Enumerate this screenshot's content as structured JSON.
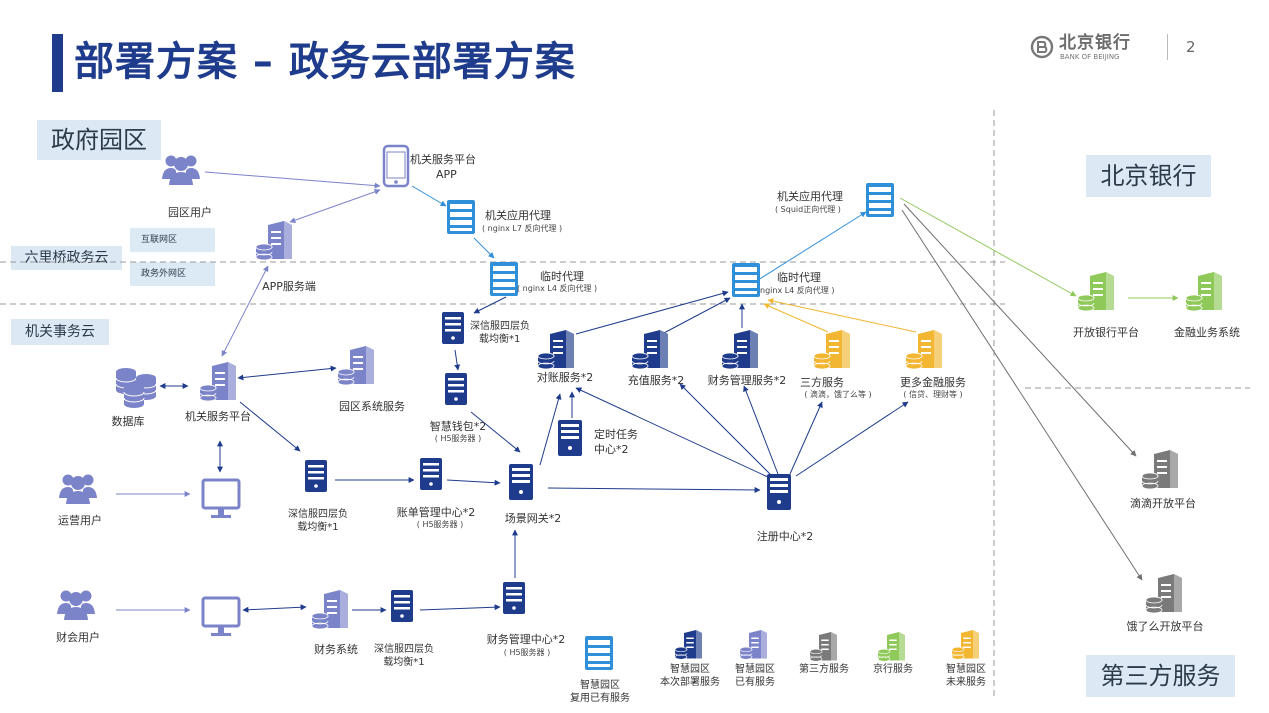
{
  "page": {
    "title": "部署方案 – 政务云部署方案",
    "page_number": "2"
  },
  "logo": {
    "cn": "北京银行",
    "en": "BANK OF BEIJING"
  },
  "regions": {
    "gov_park": "政府园区",
    "liulq": "六里桥政务云",
    "jiguan": "机关事务云",
    "bank": "北京银行",
    "third": "第三方服务"
  },
  "zones": {
    "internet": "互联网区",
    "govnet": "政务外网区"
  },
  "nodes": {
    "park_user": "园区用户",
    "app_platform": "机关服务平台",
    "app_platform_sub": "APP",
    "app_proxy": "机关应用代理",
    "app_proxy_sub": "( nginx L7 反向代理 )",
    "app_server": "APP服务端",
    "temp_proxy1": "临时代理",
    "temp_proxy1_sub": "( nginx L4 反向代理 )",
    "lb_top_1": "深信服四层负",
    "lb_top_2": "载均衡*1",
    "wallet": "智慧钱包*2",
    "wallet_sub": "( H5服务器 )",
    "database": "数据库",
    "svc_platform": "机关服务平台",
    "park_sys": "园区系统服务",
    "ops_user": "运营用户",
    "lb_mid_1": "深信服四层负",
    "lb_mid_2": "载均衡*1",
    "bill": "账单管理中心*2",
    "bill_sub": "( H5服务器 )",
    "gateway": "场景网关*2",
    "fin_user": "财会用户",
    "fin_sys": "财务系统",
    "lb_bot_1": "深信服四层负",
    "lb_bot_2": "载均衡*1",
    "fin_center": "财务管理中心*2",
    "fin_center_sub": "( H5服务器 )",
    "reuse_1": "智慧园区",
    "reuse_2": "复用已有服务",
    "reconcile": "对账服务*2",
    "recharge": "充值服务*2",
    "finance_mgmt": "财务管理服务*2",
    "third_svc": "三方服务",
    "third_svc_sub": "( 滴滴，饿了么等 )",
    "more_fin": "更多金融服务",
    "more_fin_sub": "( 信贷、理财等 )",
    "timer_1": "定时任务",
    "timer_2": "中心*2",
    "registry": "注册中心*2",
    "temp_proxy2": "临时代理",
    "temp_proxy2_sub": "nginx L4 反向代理 )",
    "bank_proxy": "机关应用代理",
    "bank_proxy_sub": "( Squid正向代理 )",
    "open_bank": "开放银行平台",
    "fin_biz": "金融业务系统",
    "didi": "滴滴开放平台",
    "eleme": "饿了么开放平台"
  },
  "legend": [
    {
      "line1": "智慧园区",
      "line2": "本次部署服务",
      "color": "#1f3c8c"
    },
    {
      "line1": "智慧园区",
      "line2": "已有服务",
      "color": "#7b83c9"
    },
    {
      "line1": "第三方服务",
      "line2": "",
      "color": "#7a7a7a"
    },
    {
      "line1": "京行服务",
      "line2": "",
      "color": "#8fc95a"
    },
    {
      "line1": "智慧园区",
      "line2": "未来服务",
      "color": "#f2b632"
    }
  ],
  "colors": {
    "navy": "#1f3c8c",
    "lavender": "#7b83c9",
    "blue": "#2f8fd8",
    "gray": "#7a7a7a",
    "green": "#8fc95a",
    "orange": "#f2b632",
    "region_bg": "#dce9f5"
  }
}
